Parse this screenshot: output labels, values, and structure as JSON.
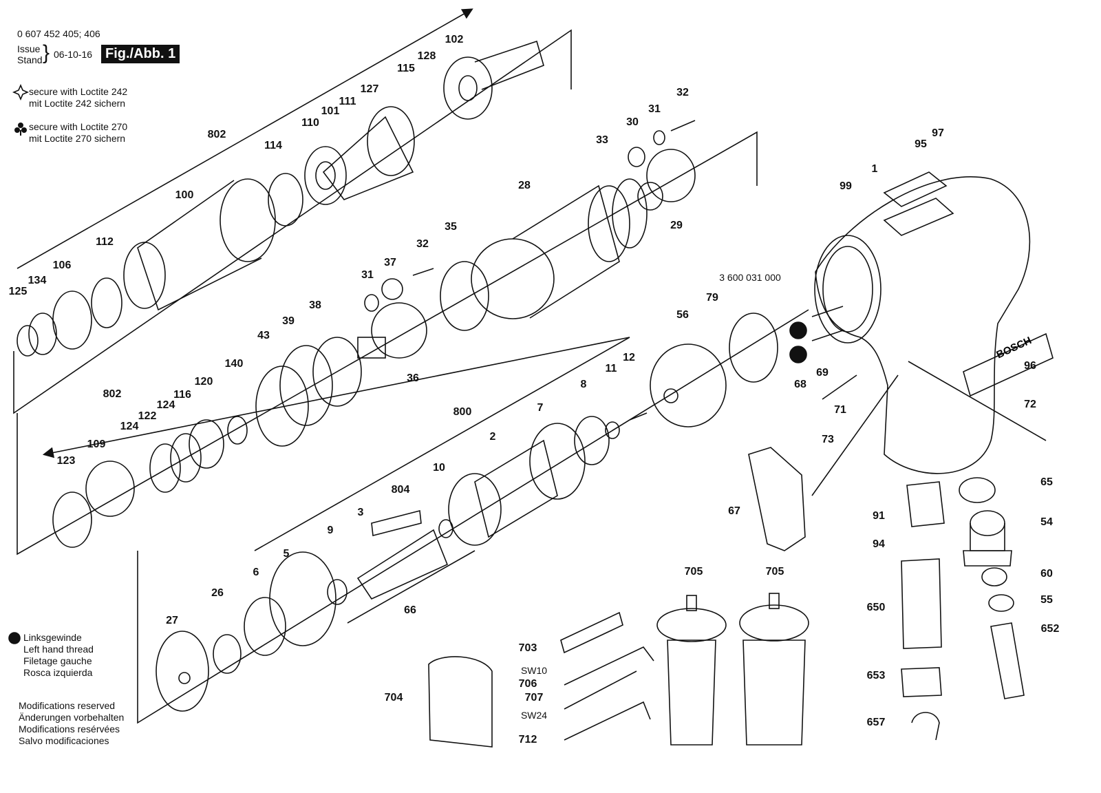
{
  "header": {
    "part_numbers": "0 607 452 405; 406",
    "issue_label_1": "Issue",
    "issue_label_2": "Stand",
    "issue_date": "06-10-16",
    "figure_label": "Fig./Abb. 1"
  },
  "legend": {
    "loctite242_en": "secure with Loctite 242",
    "loctite242_de": "mit Loctite 242 sichern",
    "loctite270_en": "secure with Loctite 270",
    "loctite270_de": "mit Loctite 270 sichern",
    "left_thread": [
      "Linksgewinde",
      "Left hand thread",
      "Filetage gauche",
      "Rosca izquierda"
    ],
    "modifications": [
      "Modifications reserved",
      "Änderungen vorbehalten",
      "Modifications resérvées",
      "Salvo modificaciones"
    ]
  },
  "brand_text": "BOSCH",
  "callouts": [
    "102",
    "128",
    "115",
    "127",
    "111",
    "101",
    "110",
    "114",
    "802",
    "100",
    "112",
    "106",
    "134",
    "125",
    "32",
    "31",
    "30",
    "33",
    "28",
    "29",
    "35",
    "32",
    "37",
    "31",
    "36",
    "38",
    "39",
    "43",
    "140",
    "120",
    "116",
    "124",
    "122",
    "124",
    "802",
    "109",
    "123",
    "800",
    "12",
    "11",
    "8",
    "7",
    "2",
    "10",
    "804",
    "3",
    "9",
    "5",
    "6",
    "26",
    "27",
    "66",
    "56",
    "79",
    "3 600 031 000",
    "68",
    "69",
    "1",
    "99",
    "95",
    "97",
    "96",
    "71",
    "72",
    "73",
    "67",
    "65",
    "91",
    "54",
    "94",
    "60",
    "55",
    "650",
    "652",
    "653",
    "657",
    "705",
    "705",
    "703",
    "SW10",
    "706",
    "707",
    "SW24",
    "712",
    "704"
  ]
}
